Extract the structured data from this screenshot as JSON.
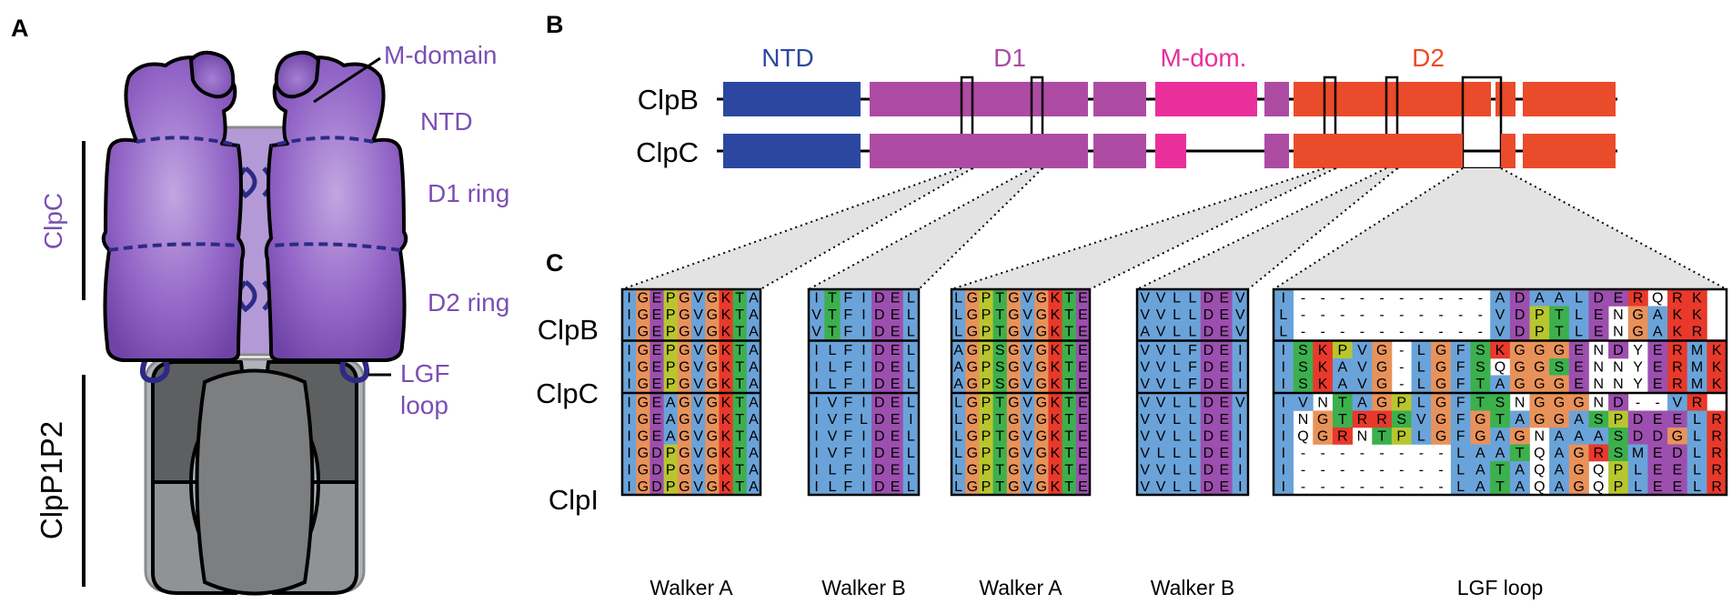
{
  "panels": {
    "a": "A",
    "b": "B",
    "c": "C"
  },
  "panel_a": {
    "labels": {
      "m_domain": "M-domain",
      "ntd": "NTD",
      "d1_ring": "D1 ring",
      "d2_ring": "D2 ring",
      "lgf_1": "LGF",
      "lgf_2": "loop"
    },
    "complex_labels": {
      "clpc": "ClpC",
      "clpp": "ClpP1P2"
    }
  },
  "panel_b": {
    "domains": [
      {
        "label": "NTD",
        "color": "#2c47a0"
      },
      {
        "label": "D1",
        "color": "#ad4ba3"
      },
      {
        "label": "M-dom.",
        "color": "#e9309a"
      },
      {
        "label": "D2",
        "color": "#ea4b2a"
      }
    ],
    "proteins": [
      "ClpB",
      "ClpC"
    ]
  },
  "panel_c": {
    "groups": [
      "ClpB",
      "ClpC",
      "ClpI"
    ],
    "group_row_counts": [
      3,
      3,
      6
    ],
    "colors": {
      "hydrophobic": "#6aa3d9",
      "glycine": "#e8925a",
      "proline": "#b8c62e",
      "acidic": "#9c4fae",
      "basic": "#e8392b",
      "polar": "#3cb04d",
      "none": "#ffffff"
    },
    "motifs": [
      {
        "label": "Walker A",
        "rows": [
          "IGEPGVGKTA",
          "IGEPGVGKTA",
          "IGEPGVGKTA",
          "IGEPGVGKTA",
          "IGEPGVGKTA",
          "IGEPGVGKTA",
          "IGEAGVGKTA",
          "IGEAGVGKTA",
          "IGEAGVGKTA",
          "IGDPGVGKTA",
          "IGDPGVGKTA",
          "IGDPGVGKTA"
        ]
      },
      {
        "label": "Walker B",
        "rows": [
          "ITFIDEL",
          "VTFIDEL",
          "VTFIDEL",
          "ILFIDEL",
          "ILFIDEL",
          "ILFIDEL",
          "IVFIDEL",
          "IVFLDEI",
          "IVFIDEL",
          "IVFIDEL",
          "ILFIDEL",
          "ILFIDEL"
        ]
      },
      {
        "label": "Walker A",
        "rows": [
          "LGPTGVGKTE",
          "LGPTGVGKTE",
          "LGPTGVGKTE",
          "AGPSGVGKTE",
          "AGPSGVGKTE",
          "AGPSGVGKTE",
          "LGPTGVGKTE",
          "LGPTGVGKTE",
          "LGPTGVGKTE",
          "LGPTGVGKTE",
          "LGPTGVGKTE",
          "LGPTGVGKTE"
        ]
      },
      {
        "label": "Walker B",
        "rows": [
          "VVLLDEV",
          "VVLLDEV",
          "AVLLDEV",
          "VVLFDEI",
          "VVLFDEI",
          "VVLFDEI",
          "VVLLDEV",
          "VVLLDEI",
          "VVLLDEI",
          "VLLLDEI",
          "VVLLDEI",
          "VVLLDEI"
        ]
      },
      {
        "label": "LGF loop",
        "rows": [
          "I----------ADAALDERQRK",
          "L----------VDPTLENGAKK",
          "L----------VDPTLENGAKR",
          "ISKPVG-LGFSKGGGENDYERMK",
          "ISKAVG-LGFSQGGSENNYERMK",
          "ISKAVG-LGFTAGGGENNYERMK",
          "IVNTAGPLGFTSNGGGND--VR",
          "INGTRRSVGFGTAGGASPDEELR",
          "IQGRNTPLGFGAGNAAASDDGLR",
          "I--------LAATQAGRSMEDLR",
          "I--------LATAQAGQPLEELR",
          "I--------LATAQAGQPLEELR"
        ]
      }
    ]
  }
}
